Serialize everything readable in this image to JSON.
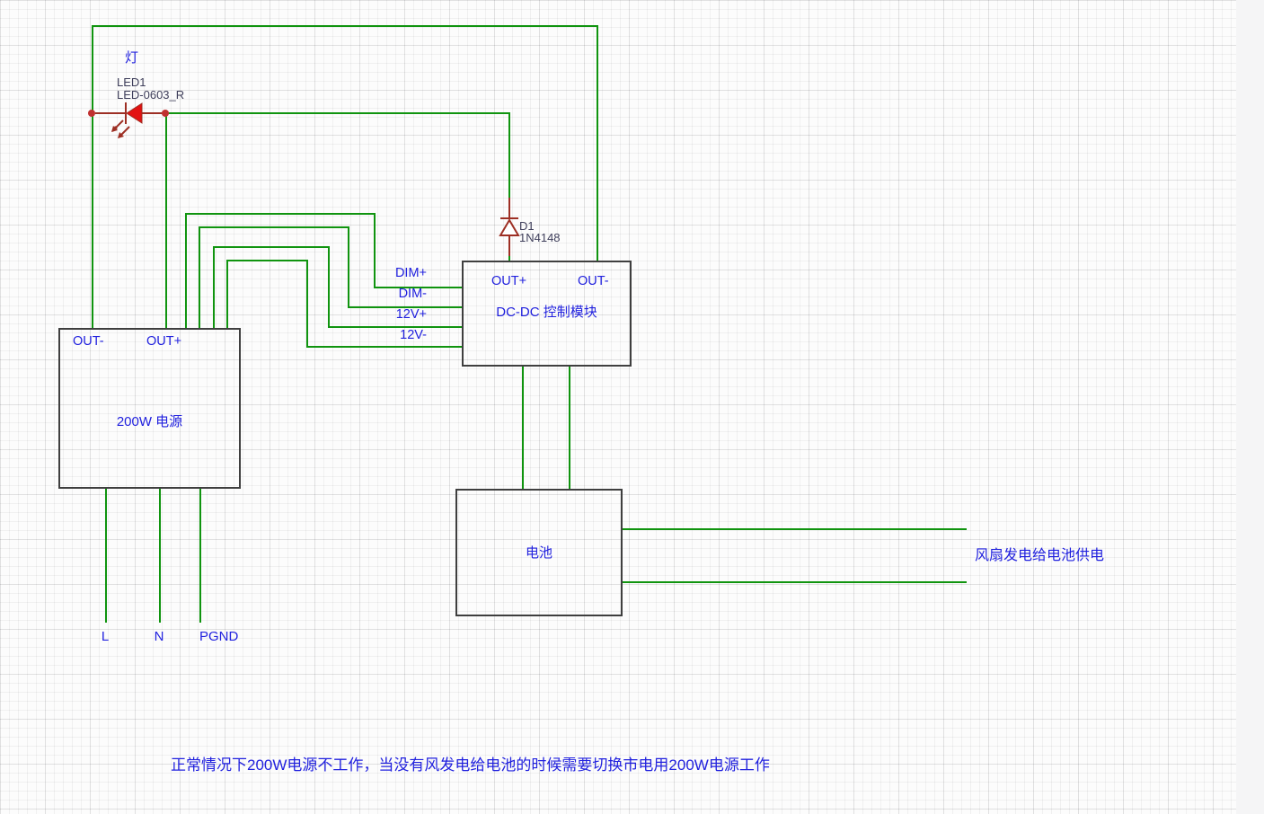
{
  "colors": {
    "wire_green": "#10940f",
    "component_red": "#9d2f24",
    "led_fill_red": "#e31212",
    "junction_red": "#c03030",
    "label_blue": "#2121de",
    "designator_slate": "#3e3e5a",
    "box_border": "#3f3f3f",
    "grid_bg": "#fcfcfc"
  },
  "led": {
    "net_label": "灯",
    "designator": "LED1",
    "footprint": "LED-0603_R"
  },
  "diode": {
    "designator": "D1",
    "part_number": "1N4148"
  },
  "power_supply": {
    "title": "200W 电源",
    "out_minus": "OUT-",
    "out_plus": "OUT+",
    "pin_l": "L",
    "pin_n": "N",
    "pin_pgnd": "PGND"
  },
  "dcdc_module": {
    "title": "DC-DC 控制模块",
    "out_plus": "OUT+",
    "out_minus": "OUT-",
    "left_pins": [
      "DIM+",
      "DIM-",
      "12V+",
      "12V-"
    ]
  },
  "battery": {
    "title": "电池"
  },
  "notes": {
    "battery_wire_note": "风扇发电给电池供电",
    "bottom_note": "正常情况下200W电源不工作，当没有风发电给电池的时候需要切换市电用200W电源工作"
  }
}
